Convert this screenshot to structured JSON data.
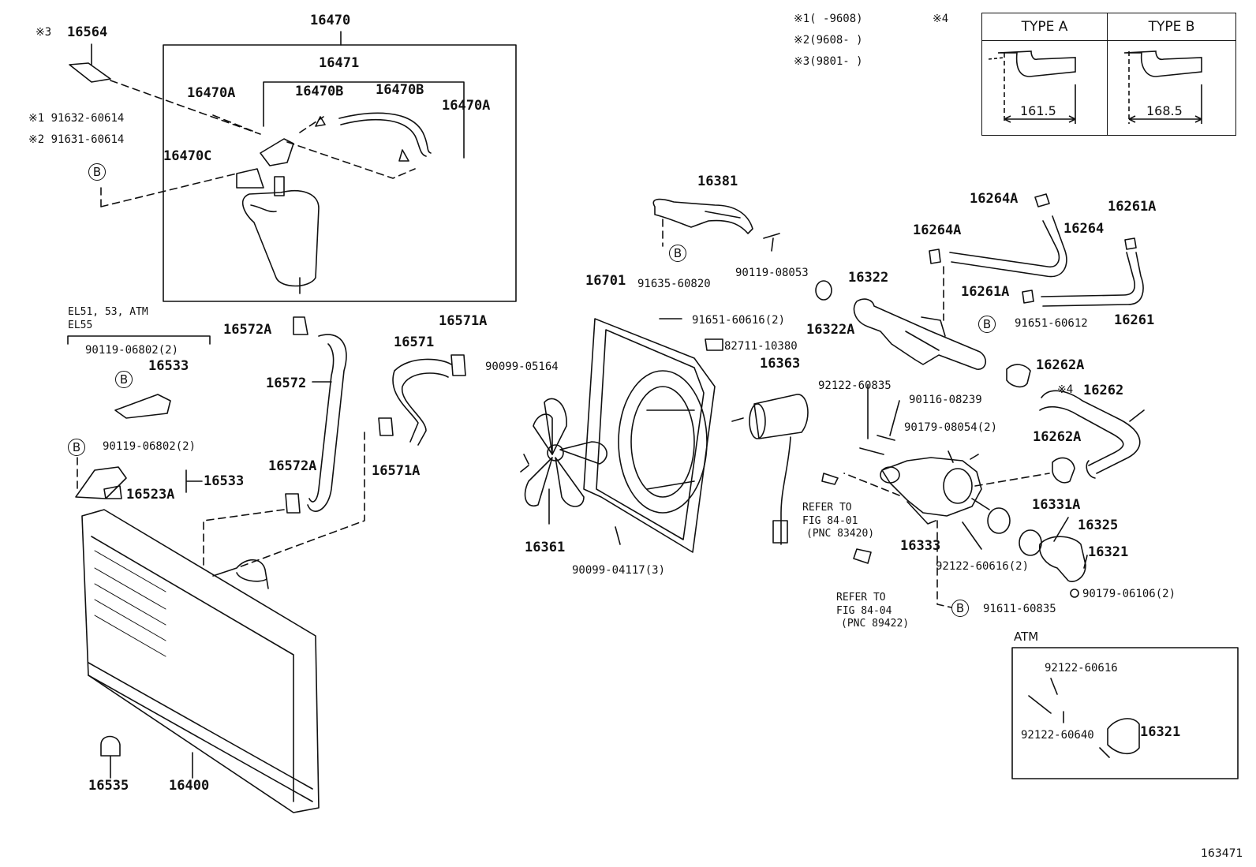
{
  "diagram": {
    "callouts": {
      "p16470": "16470",
      "p16471": "16471",
      "p16470a_1": "16470A",
      "p16470b_1": "16470B",
      "p16470b_2": "16470B",
      "p16470a_2": "16470A",
      "p16470c": "16470C",
      "p16564": "16564",
      "p16564_mark": "※3",
      "p91632": "※1 91632-60614",
      "p91631": "※2 91631-60614",
      "el_note1": "EL51, 53, ATM",
      "el_note2": "EL55",
      "p90119_06802_a": "90119-06802(2)",
      "p16533_a": "16533",
      "p90119_06802_b": "90119-06802(2)",
      "p16523a": "16523A",
      "p16533_b": "16533",
      "p16572a_1": "16572A",
      "p16572": "16572",
      "p16572a_2": "16572A",
      "p16571a_1": "16571A",
      "p16571": "16571",
      "p16571a_2": "16571A",
      "p16535": "16535",
      "p16400": "16400",
      "p16381": "16381",
      "p91635": "91635-60820",
      "p90119_08053": "90119-08053",
      "p16701": "16701",
      "p91651_60616": "91651-60616(2)",
      "p82711": "82711-10380",
      "p90099_05164": "90099-05164",
      "p16363": "16363",
      "p16361": "16361",
      "p90099_04117": "90099-04117(3)",
      "p16322": "16322",
      "p16322a": "16322A",
      "p16264a_1": "16264A",
      "p16264": "16264",
      "p16264a_2": "16264A",
      "p16261a_1": "16261A",
      "p16261a_2": "16261A",
      "p16261": "16261",
      "p91651_60612": "91651-60612",
      "p16262a_1": "16262A",
      "p16262_mark": "※4",
      "p16262": "16262",
      "p16262a_2": "16262A",
      "p92122_60835": "92122-60835",
      "p90116_08239": "90116-08239",
      "p90179_08054": "90179-08054(2)",
      "p16331a": "16331A",
      "p16325": "16325",
      "p16321": "16321",
      "p16333": "16333",
      "p92122_60616": "92122-60616(2)",
      "p90179_06106": "90179-06106(2)",
      "p91611": "91611-60835",
      "refer1_a": "REFER TO",
      "refer1_b": "FIG 84-01",
      "refer1_c": "(PNC 83420)",
      "refer2_a": "REFER TO",
      "refer2_b": "FIG 84-04",
      "refer2_c": "(PNC 89422)",
      "atm_title": "ATM",
      "atm_92122_60616": "92122-60616",
      "atm_92122_60640": "92122-60640",
      "atm_16321": "16321",
      "circle_b": "B"
    },
    "notes": {
      "n1": "※1(   -9608)",
      "n2": "※2(9608-   )",
      "n3": "※3(9801-   )",
      "n4_mark": "※4"
    },
    "type_table": {
      "type_a": "TYPE A",
      "type_b": "TYPE B",
      "dim_a": "161.5",
      "dim_b": "168.5"
    },
    "figure_number": "163471"
  }
}
